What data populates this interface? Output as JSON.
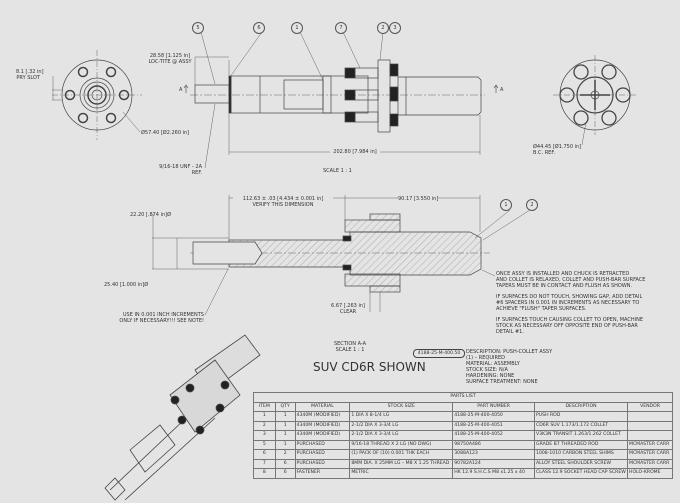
{
  "top_view": {
    "pry_slot": [
      "8.1 [.32 in]",
      "PRY SLOT"
    ],
    "flange_dia": "Ø57.40 [Ø2.260 in]",
    "loctite_dim": [
      "28.58 [1.125 in]",
      "LOC-TITE @ ASSY"
    ],
    "thread_note": [
      "9/16-18 UNF - 2A",
      "REF."
    ],
    "overall_length": "202.80 [7.984 in]",
    "scale": "SCALE 1 : 1",
    "bolt_circle": [
      "Ø44.45 [Ø1.750 in]",
      "B.C. REF."
    ],
    "section_marker": "A",
    "balloons": [
      "5",
      "6",
      "1",
      "7",
      "2",
      "3"
    ]
  },
  "section_view": {
    "dim_verify": [
      "112.63 ± .03 [4.434 ± 0.001 in]",
      "VERIFY THIS DIMENSION"
    ],
    "dim_right": "90.17 [3.550 in]",
    "dia_inner": "22.20 [.874 in]Ø",
    "dia_outer": "25.40 [1.000 in]Ø",
    "shim_note": [
      "USE IN 0.001 INCH INCREMENTS",
      "ONLY IF NECESSARY!!!  SEE NOTE!"
    ],
    "clear_dim": [
      "6.67 [.263 in]",
      "CLEAR"
    ],
    "section_label": [
      "SECTION A-A",
      "SCALE 1 : 1"
    ],
    "balloons": [
      "1",
      "2"
    ]
  },
  "notes": [
    [
      "ONCE ASSY IS INSTALLED AND CHUCK IS RETRACTED",
      "AND COLLET IS RELAXED, COLLET AND PUSH-BAR SURFACE",
      "TAPERS MUST BE IN CONTACT AND FLUSH AS SHOWN."
    ],
    [
      "IF SURFACES DO NOT TOUCH, SHOWING GAP, ADD DETAIL",
      "#6 SPACERS IN 0.001 IN INCREMENTS AS NECESSARY TO",
      "ACHIEVE \"FLUSH\" TAPER SURFACES."
    ],
    [
      "IF SURFACES TOUCH CAUSING COLLET TO OPEN, MACHINE",
      "STOCK AS NECESSARY OFF OPPOSITE END OF PUSH-BAR",
      "DETAIL #1."
    ]
  ],
  "main_title": "SUV CD6R SHOWN",
  "assembly": {
    "tag": "4188-25-M-400.50",
    "lines": [
      "DESCRIPTION:  PUSH-COLLET ASSY",
      "(1) – REQUIRED",
      "MATERIAL: ASSEMBLY",
      "STOCK SIZE: N/A",
      "HARDENING: NONE",
      "SURFACE TREATMENT: NONE"
    ]
  },
  "parts_list": {
    "title": "PARTS LIST",
    "headers": [
      "ITEM",
      "QTY",
      "MATERIAL",
      "STOCK SIZE",
      "PART NUMBER",
      "DESCRIPTION",
      "VENDOR"
    ],
    "rows": [
      [
        "1",
        "1",
        "4340M (MODIFIED)",
        "1 DIA X 8-1/4 LG",
        "4188-25-M-400-4050",
        "PUSH ROD",
        ""
      ],
      [
        "2",
        "1",
        "4340M (MODIFIED)",
        "2-1/2 DIA X 3-3/4 LG",
        "4188-25-M-400-4051",
        "CD6R SUV 1.173/1.172 COLLET",
        ""
      ],
      [
        "3",
        "1",
        "4340M (MODIFIED)",
        "2-1/2 DIA X 3-3/4 LG",
        "4188-25-M-400-4052",
        "V3K3N TRANSIT 1.263/1.262 COLLET",
        ""
      ],
      [
        "5",
        "1",
        "PURCHASED",
        "9/16-18 THREAD X 2 LG (NO DWG)",
        "98750A486",
        "GRADE B7 THREADED ROD",
        "MCMASTER CARR"
      ],
      [
        "6",
        "2",
        "PURCHASED",
        "(1) PACK OF (10) 0.001 THK EACH",
        "3088A123",
        "1008-1010 CARBON STEEL SHIMS",
        "MCMASTER CARR"
      ],
      [
        "7",
        "6",
        "PURCHASED",
        "8MM DIA. X 25MM LG – M8 X 1.25 THREAD",
        "90782A124",
        "ALLOY STEEL SHOULDER SCREW",
        "MCMASTER CARR"
      ],
      [
        "8",
        "6",
        "FASTENER",
        "METRIC",
        "HK 12.9 S.H.C.S  M8 x1.25 x 40",
        "CLASS 12.9 SOCKET HEAD CAP SCREW",
        "HOLO-KROME"
      ]
    ]
  }
}
